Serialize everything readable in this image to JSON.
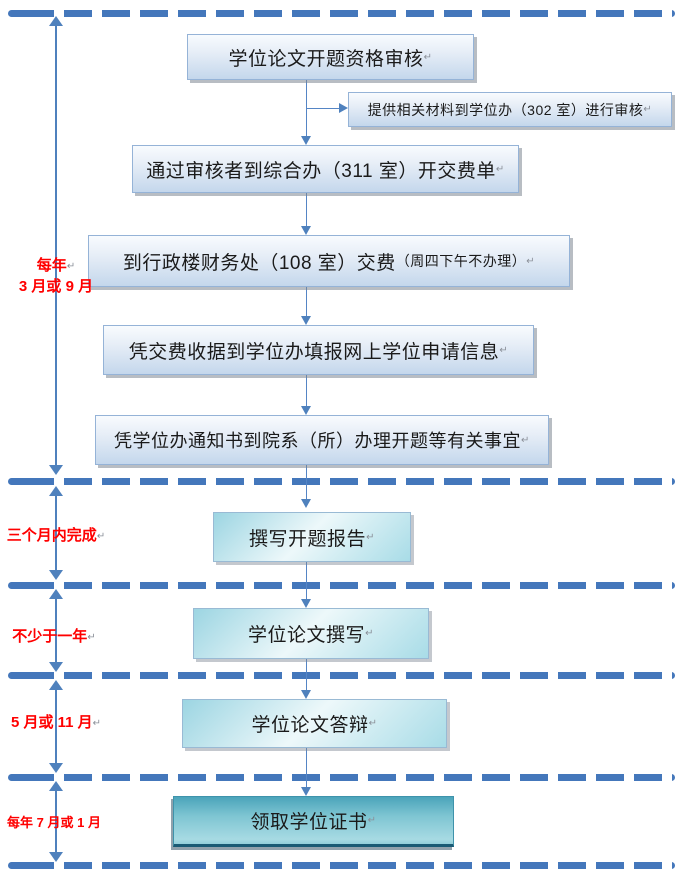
{
  "marks": {
    "return": "↵"
  },
  "colors": {
    "dash_blue": "#4477bb",
    "line_blue": "#4f81bd",
    "label_red": "#ff0000",
    "gray_box_border": "#95b3d7",
    "teal_box_border_bottom": "#1a5a74"
  },
  "timeline": {
    "labels": [
      {
        "line1": "每年",
        "line2": "3 月或 9 月"
      },
      {
        "text": "三个月内完成"
      },
      {
        "text": "不少于一年"
      },
      {
        "text": "5 月或 11 月"
      },
      {
        "text": "每年 7 月或 1 月"
      }
    ]
  },
  "flow": {
    "boxes": [
      {
        "label": "学位论文开题资格审核"
      },
      {
        "label": "通过审核者到综合办（311 室）开交费单"
      },
      {
        "label": "到行政楼财务处（108 室）交费",
        "label_small": "（周四下午不办理）"
      },
      {
        "label": "凭交费收据到学位办填报网上学位申请信息"
      },
      {
        "label": "凭学位办通知书到院系（所）办理开题等有关事宜"
      },
      {
        "label": "撰写开题报告"
      },
      {
        "label": "学位论文撰写"
      },
      {
        "label": "学位论文答辩"
      },
      {
        "label": "领取学位证书"
      }
    ],
    "side_note": {
      "label": "提供相关材料到学位办（302 室）进行审核"
    }
  }
}
